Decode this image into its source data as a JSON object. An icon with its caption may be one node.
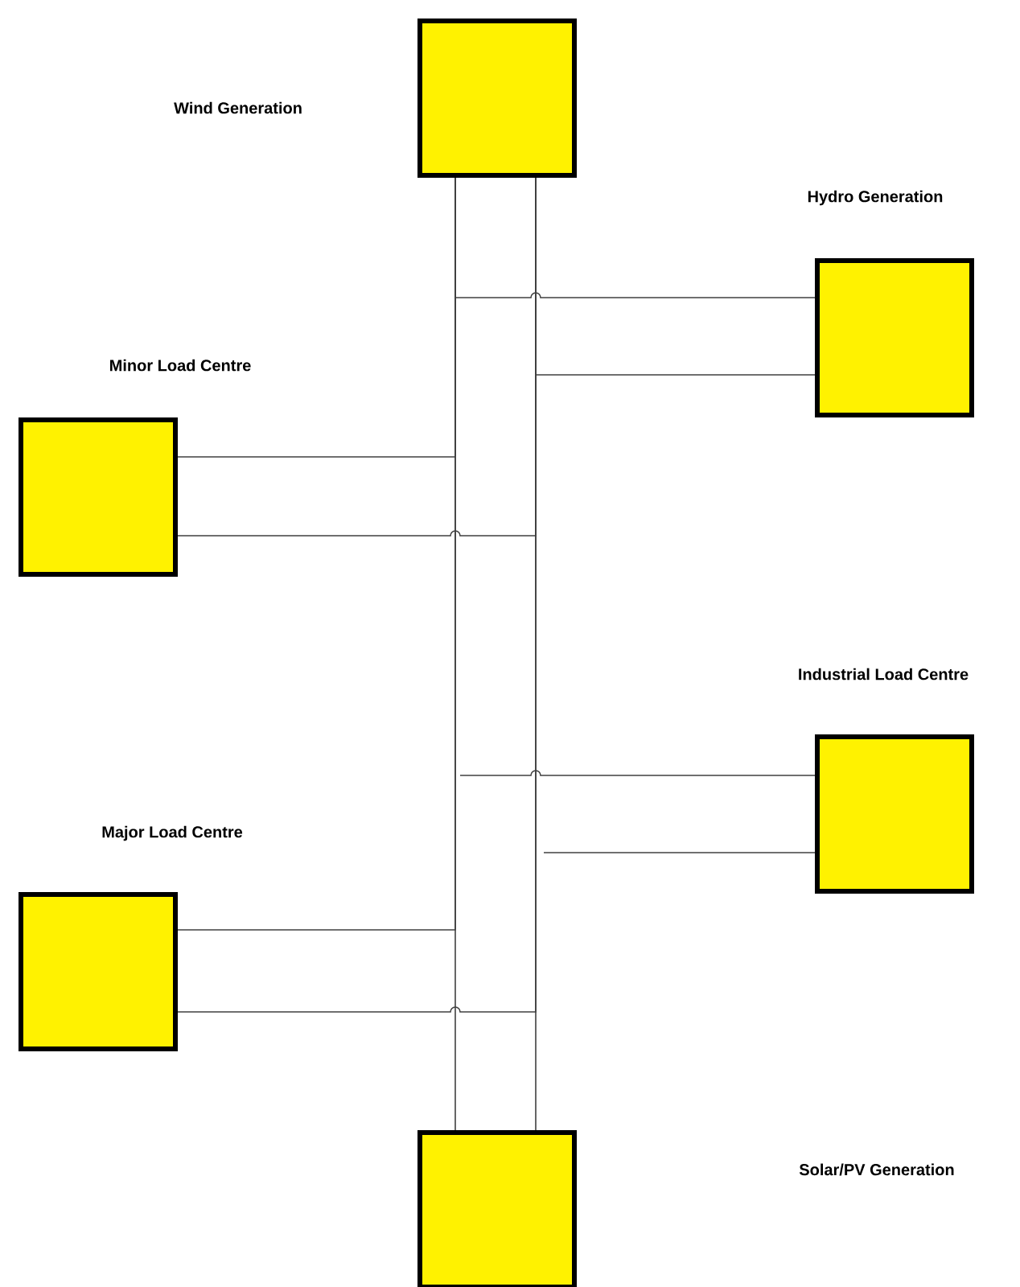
{
  "diagram": {
    "nodes": [
      {
        "text": [],
        "shape": "box"
      },
      {
        "text": [
          "Hydro Generation"
        ]
      },
      {
        "text": [
          "Minor Load Centre"
        ]
      },
      {
        "text": [
          "Industrial Load Centre"
        ]
      },
      {
        "text": [
          "Major Load Centre"
        ]
      },
      {
        "text": [],
        "shape": "box"
      }
    ],
    "edges": [
      {
        "from": 0,
        "to": 5,
        "arrow": "none"
      },
      {
        "from": 0,
        "to": 5,
        "arrow": "none"
      },
      {
        "from": 1,
        "to": 0,
        "arrow": "none"
      },
      {
        "from": 1,
        "to": 0,
        "arrow": "none"
      },
      {
        "from": 2,
        "to": 0,
        "arrow": "none"
      },
      {
        "from": 2,
        "to": 0,
        "arrow": "none"
      },
      {
        "from": 3,
        "to": null,
        "arrow": "none"
      },
      {
        "from": 3,
        "to": null,
        "arrow": "none"
      },
      {
        "from": 4,
        "to": 0,
        "arrow": "none"
      },
      {
        "from": 4,
        "to": 0,
        "arrow": "none"
      }
    ],
    "labels": [
      "Wind Generation",
      "Solar/PV Generation"
    ]
  }
}
